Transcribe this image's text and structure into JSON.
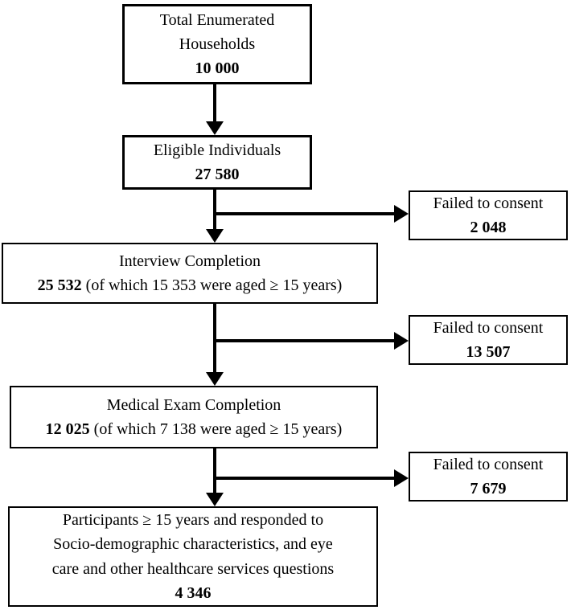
{
  "figure": {
    "type": "flowchart",
    "background": "#ffffff",
    "line_color": "#000000",
    "nodes": {
      "households": {
        "line1": "Total Enumerated",
        "line2": "Households",
        "value": "10 000"
      },
      "eligible": {
        "label": "Eligible Individuals",
        "value": "27 580"
      },
      "interview": {
        "label": "Interview Completion",
        "value": "25 532",
        "detail": " (of which 15 353 were aged ≥ 15 years)"
      },
      "medical": {
        "label": "Medical Exam Completion",
        "value": "12 025",
        "detail": " (of which 7 138 were aged ≥ 15 years)"
      },
      "participants": {
        "line1": "Participants ≥ 15 years and responded to",
        "line2": "Socio-demographic characteristics, and eye",
        "line3": "care and other healthcare services questions",
        "value": "4 346"
      },
      "failed_consent_1": {
        "label": "Failed to consent",
        "value": "2 048"
      },
      "failed_consent_2": {
        "label": "Failed to consent",
        "value": "13 507"
      },
      "failed_consent_3": {
        "label": "Failed to consent",
        "value": "7 679"
      }
    },
    "edges": [
      {
        "from": "households",
        "to": "eligible"
      },
      {
        "from": "eligible",
        "to": "interview"
      },
      {
        "from": "eligible",
        "to": "failed_consent_1"
      },
      {
        "from": "interview",
        "to": "medical"
      },
      {
        "from": "interview",
        "to": "failed_consent_2"
      },
      {
        "from": "medical",
        "to": "participants"
      },
      {
        "from": "medical",
        "to": "failed_consent_3"
      }
    ]
  }
}
